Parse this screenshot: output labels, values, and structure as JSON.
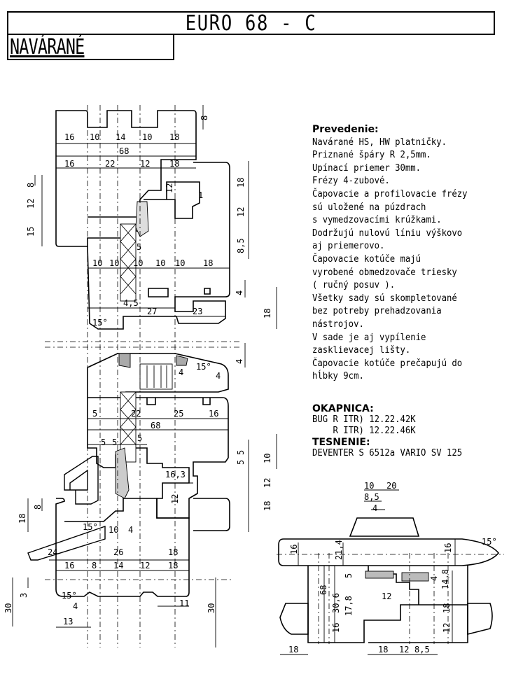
{
  "header": {
    "title": "EURO 68 - C",
    "subtitle": "NAVÁRANÉ"
  },
  "notes": {
    "heading": "Prevedenie:",
    "lines": [
      "Navárané HS, HW platničky.",
      "Priznané špáry R 2,5mm.",
      "Upínací priemer 30mm.",
      "Frézy 4-zubové.",
      "Čapovacie a profilovacie frézy",
      "sú uložené na púzdrach",
      "s vymedzovacími krúžkami.",
      "Dodržujú nulovú líniu výškovo",
      "aj priemerovo.",
      "Čapovacie kotúče majú",
      "vyrobené obmedzovače triesky",
      "( ručný posuv ).",
      "Všetky sady sú skompletované",
      "bez potreby prehadzovania",
      "nástrojov.",
      "V sade je aj vypílenie",
      "zasklievacej lišty.",
      "Čapovacie kotúče prečapujú do",
      "hĺbky 9cm."
    ]
  },
  "okapnica": {
    "heading": "OKAPNICA:",
    "lines": [
      "BUG R ITR) 12.22.42K",
      "    R ITR) 12.22.46K"
    ]
  },
  "tesnenie": {
    "heading": "TESNENIE:",
    "lines": [
      "DEVENTER S 6512a VARIO SV 125"
    ]
  },
  "dimensions": {
    "top_row1": [
      "16",
      "10",
      "14",
      "10",
      "18"
    ],
    "top_total": "68",
    "top_row2": [
      "16",
      "22",
      "12",
      "18"
    ],
    "left_top": [
      "8",
      "12",
      "15"
    ],
    "right_top": [
      "8",
      "18",
      "12",
      "8,5",
      "1",
      "12",
      "4",
      "18"
    ],
    "mid_row": [
      "10",
      "10",
      "10",
      "10",
      "10",
      "18"
    ],
    "mid_small": [
      "5",
      "4,5",
      "27",
      "23",
      "15°"
    ],
    "sash_top": [
      "4",
      "4",
      "15°"
    ],
    "sash_row": [
      "5",
      "22",
      "25",
      "16"
    ],
    "sash_total": "68",
    "sash_small": [
      "5",
      "5",
      "5",
      "16,3"
    ],
    "right_mid": [
      "5",
      "5",
      "10",
      "12",
      "18",
      "12"
    ],
    "left_mid": [
      "8",
      "18",
      "15°",
      "10",
      "4"
    ],
    "bottom_row1": [
      "24",
      "26",
      "18"
    ],
    "bottom_row2": [
      "16",
      "8",
      "14",
      "12",
      "18"
    ],
    "bottom_left": [
      "3",
      "30",
      "15°",
      "4",
      "13",
      "11",
      "30"
    ],
    "detail_top": [
      "10",
      "20",
      "8,5",
      "4"
    ],
    "detail_side": [
      "16",
      "21,4",
      "5",
      "68",
      "30,6",
      "17,8",
      "16",
      "12",
      "4",
      "14,8",
      "18",
      "12",
      "16",
      "15°"
    ],
    "detail_bottom": [
      "18",
      "18",
      "12",
      "8,5"
    ]
  }
}
